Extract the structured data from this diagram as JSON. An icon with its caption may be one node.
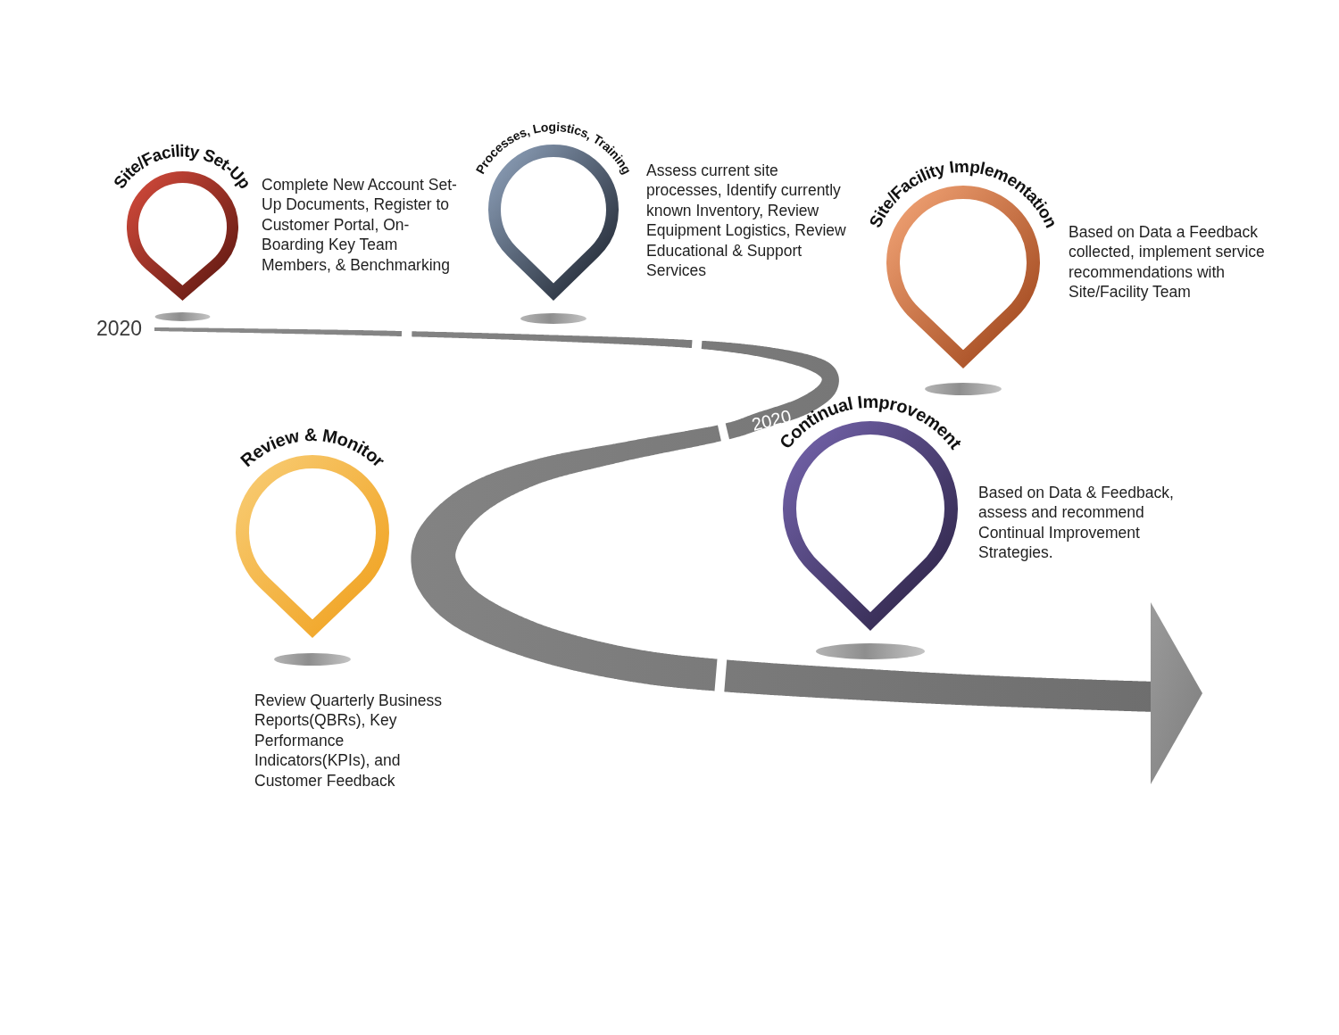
{
  "diagram": {
    "nodes": [
      {
        "text": [
          "Site/Facility Set-Up"
        ],
        "beside": [
          "Complete New Account Set-Up Documents, Register to Customer Portal, On-Boarding Key Team Members, & Benchmarking"
        ]
      },
      {
        "text": [
          "Processes, Logistics, Training"
        ],
        "beside": [
          "Assess current site processes, Identify currently known Inventory, Review Equipment Logistics, Review Educational & Support Services"
        ]
      },
      {
        "text": [
          "Site/Facility Implementation"
        ],
        "beside": [
          "Based on Data a Feedback collected, implement service recommendations with Site/Facility Team"
        ]
      },
      {
        "text": [
          "Review & Monitor"
        ],
        "beside": [
          "Review Quarterly Business Reports(QBRs), Key Performance Indicators(KPIs), and Customer Feedback"
        ]
      },
      {
        "text": [
          "Continual Improvement"
        ],
        "beside": [
          "Based on Data & Feedback, assess and recommend Continual Improvement Strategies."
        ]
      }
    ],
    "labels": [
      "2020",
      "2020"
    ]
  }
}
